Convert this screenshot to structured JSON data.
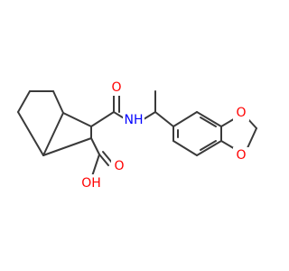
{
  "molecule": {
    "atom_labels": {
      "amide_o": "O",
      "amide_n": "NH",
      "acid_o": "O",
      "acid_oh": "OH",
      "dioxole_o_top": "O",
      "dioxole_o_bottom": "O"
    },
    "colors": {
      "bond": "#3a3a3a",
      "heteroatom": "#ff0000",
      "nitrogen": "#0000ff",
      "background": "#ffffff"
    }
  }
}
